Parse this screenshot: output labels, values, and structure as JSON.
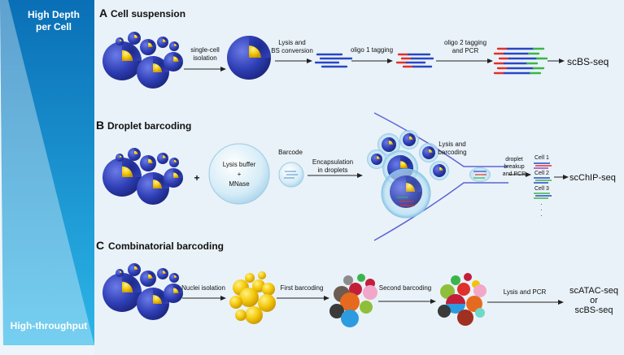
{
  "sidebar": {
    "top_label_line1": "High Depth",
    "top_label_line2": "per Cell",
    "bottom_label": "High-throughput"
  },
  "panel_a": {
    "letter": "A",
    "title": "Cell suspension",
    "step1_line1": "single-cell",
    "step1_line2": "isolation",
    "step2_line1": "Lysis and",
    "step2_line2": "BS conversion",
    "step3": "oligo 1 tagging",
    "step4_line1": "oligo 2 tagging",
    "step4_line2": "and PCR",
    "output": "scBS-seq"
  },
  "panel_b": {
    "letter": "B",
    "title": "Droplet barcoding",
    "plus1": "+",
    "lysis_line1": "Lysis buffer",
    "lysis_line2": "+",
    "lysis_line3": "MNase",
    "plus2": "+",
    "barcode": "Barcode",
    "encap_line1": "Encapsulation",
    "encap_line2": "in droplets",
    "lysis_bc_line1": "Lysis and",
    "lysis_bc_line2": "barcoding",
    "breakup_line1": "droplet",
    "breakup_line2": "breakup",
    "breakup_line3": "and  PCR",
    "cell1": "Cell 1",
    "cell2": "Cell 2",
    "cell3": "Cell 3",
    "dots": "·",
    "output": "scChIP-seq"
  },
  "panel_c": {
    "letter": "C",
    "title": "Combinatorial barcoding",
    "step1": "Nuclei isolation",
    "step2": "First barcoding",
    "step3": "Second barcoding",
    "step4": "Lysis and PCR",
    "output_line1": "scATAC-seq",
    "output_line2": "or",
    "output_line3": "scBS-seq"
  },
  "colors": {
    "sidebar_top": "#0a72b8",
    "sidebar_bottom": "#2ab3e6",
    "cell_blue": "#2d3db0",
    "nucleus_yellow": "#f2c300",
    "read_blue": "#2a46c4",
    "read_red": "#e0302c",
    "read_green": "#3ab54a",
    "channel": "#5c64d6"
  }
}
